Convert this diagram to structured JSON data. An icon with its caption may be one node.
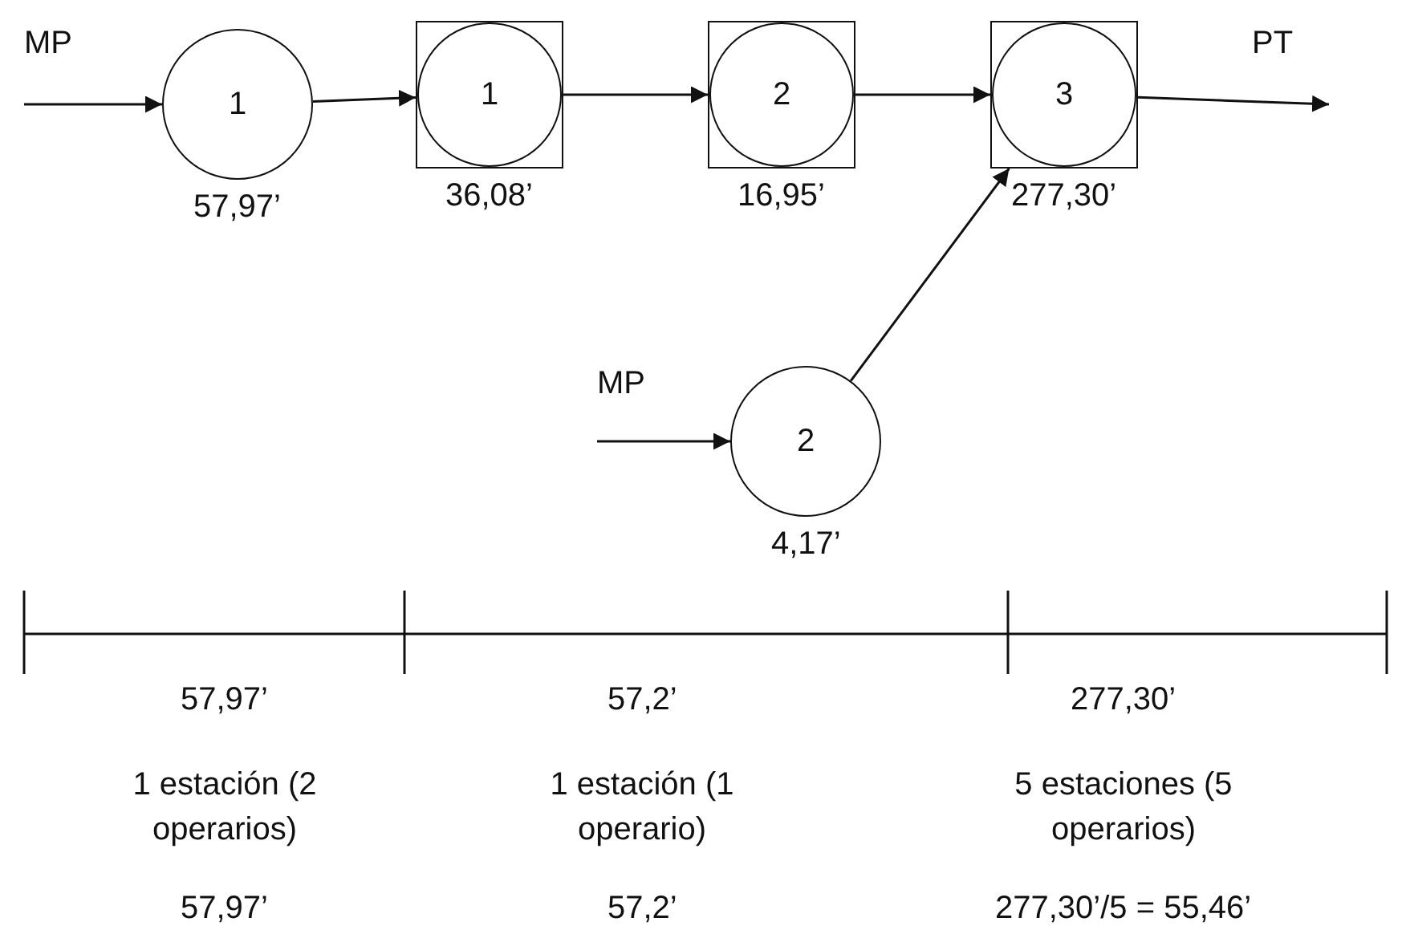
{
  "diagram": {
    "nodes": [
      {
        "text": [
          "MP"
        ]
      },
      {
        "text": [
          "1"
        ],
        "beside": [
          "57,97’"
        ]
      },
      {
        "text": [
          "1"
        ],
        "beside": [
          "36,08’"
        ]
      },
      {
        "text": [
          "2"
        ],
        "beside": [
          "16,95’"
        ]
      },
      {
        "text": [
          "3"
        ],
        "beside": [
          "277,30’"
        ]
      },
      {
        "text": [
          "PT"
        ]
      },
      {
        "text": [
          "MP"
        ]
      },
      {
        "text": [
          "2"
        ],
        "beside": [
          "4,17’"
        ]
      }
    ],
    "edges": [
      {
        "from": 0,
        "to": 1,
        "arrow": "to"
      },
      {
        "from": 1,
        "to": 2,
        "arrow": "to"
      },
      {
        "from": 2,
        "to": 3,
        "arrow": "to"
      },
      {
        "from": 3,
        "to": 4,
        "arrow": "to"
      },
      {
        "from": 4,
        "to": 5,
        "arrow": "to"
      },
      {
        "from": 6,
        "to": 7,
        "arrow": "to"
      },
      {
        "from": 7,
        "to": 4,
        "arrow": "to"
      }
    ],
    "labels": [
      "57,97’",
      "57,2’",
      "277,30’",
      "1 estación (2 operarios)",
      "1 estación (1 operario)",
      "5 estaciones (5 operarios)",
      "57,97’",
      "57,2’",
      "277,30’/5 = 55,46’"
    ]
  }
}
